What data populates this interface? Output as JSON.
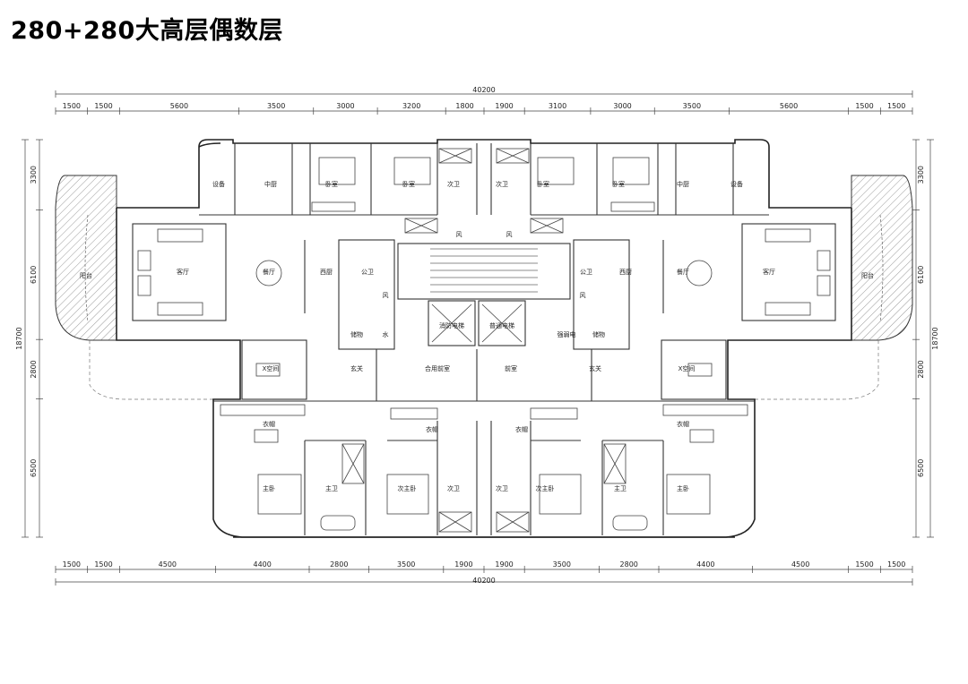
{
  "title": "280+280大高层偶数层",
  "dimensions": {
    "top_total": "40200",
    "top": [
      "1500",
      "1500",
      "5600",
      "3500",
      "3000",
      "3200",
      "1800",
      "1900",
      "3100",
      "3000",
      "3500",
      "5600",
      "1500",
      "1500"
    ],
    "bottom": [
      "1500",
      "1500",
      "4500",
      "4400",
      "2800",
      "3500",
      "1900",
      "1900",
      "3500",
      "2800",
      "4400",
      "4500",
      "1500",
      "1500"
    ],
    "bottom_total": "40200",
    "left_total": "18700",
    "left": [
      "3300",
      "6100",
      "2800",
      "6500"
    ],
    "right_total": "18700",
    "right": [
      "3300",
      "6100",
      "2800",
      "6500"
    ]
  },
  "rooms": {
    "shebei": "设备",
    "zhongchu": "中厨",
    "woshi": "卧室",
    "ciwei": "次卫",
    "yangtai": "阳台",
    "keting": "客厅",
    "canting": "餐厅",
    "xichu": "西厨",
    "gongwei": "公卫",
    "feng": "风",
    "chuwu": "储物",
    "shui": "水",
    "qiangruodian": "强弱电",
    "xiaofang_dianti": "消防电梯",
    "putong_dianti": "普通电梯",
    "xuanguan": "玄关",
    "x_kongjian": "X空间",
    "heyong_qianshi": "合用前室",
    "qianshi": "前室",
    "yimao": "衣帽",
    "zhuwo": "主卧",
    "zhuwei": "主卫",
    "cizhuwo": "次主卧"
  }
}
